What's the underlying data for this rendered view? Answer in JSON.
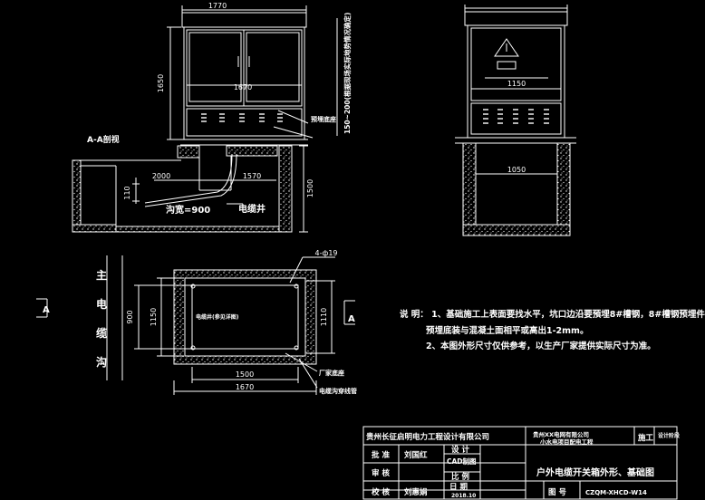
{
  "drawing": {
    "title_dims": {
      "overall_width": "1770",
      "height": "1650",
      "inner_width_front": "1670",
      "side_width": "1150",
      "trench_width_label": "1050",
      "dim_2000": "2000",
      "dim_1570": "1570",
      "dim_110": "110",
      "dim_1500_side": "1500",
      "plan_900": "900",
      "plan_1150": "1150",
      "plan_1110": "1110",
      "plan_1500": "1500",
      "plan_1670": "1670",
      "holes": "4-ф19"
    },
    "labels": {
      "section_aa": "A-A剖视",
      "trench_width": "沟宽=900",
      "cable_well": "电缆井",
      "embed_base": "预埋底座",
      "factory_base": "厂家底座",
      "cable_pipe": "电缆沟穿线管",
      "vertical_note": "150~200(根据现场实际地势情况确定)",
      "main_cable_trench": [
        "主",
        "电",
        "缆",
        "沟"
      ],
      "section_mark_left": "A",
      "section_mark_right": "A",
      "device_label": "电缆井(参见详图)"
    },
    "notes": {
      "heading": "说 明：",
      "line1": "1、基础施工上表面要找水平，坑口边沿要預埋8#槽钢，8#槽钢预埋件",
      "line2": "预埋底装与混凝土面相平或高出1-2mm。",
      "line3": "2、本图外形尺寸仅供参考，以生产厂家提供实际尺寸为准。"
    },
    "title_block": {
      "company": "贵州长征启明电力工程设计有限公司",
      "client": "贵州XX电网有限公司",
      "client2": "小水电项目配电工程",
      "stage": "施工",
      "design_stage_label": "设计阶段",
      "approve": "批 准",
      "approve_sig": "刘国红",
      "review": "审 核",
      "check": "校 核",
      "check_sig": "刘惠娟",
      "design": "设 计",
      "cad": "CAD制图",
      "scale": "比 例",
      "date_label": "日 期",
      "date": "2018.10",
      "drawing_no_label": "图 号",
      "drawing_title": "户外电缆开关箱外形、基础图",
      "drawing_no": "CZQM-XHCD-W14"
    }
  }
}
